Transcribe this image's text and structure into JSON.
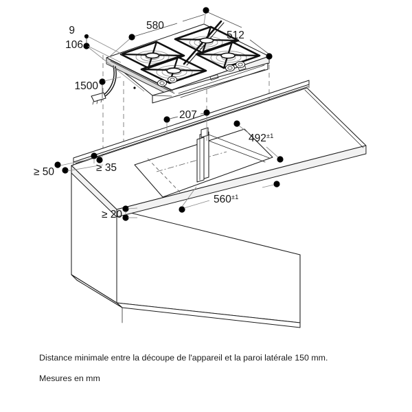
{
  "document": {
    "type": "installation-drawing",
    "subject": "Built-in gas cooktop installation dimensions",
    "background_color": "#ffffff",
    "line_color": "#1a1a1a"
  },
  "captions": {
    "minimum_distance": "Distance minimale entre la découpe de l'appareil et la paroi latérale 150 mm.",
    "units": "Mesures en mm"
  },
  "dimensions": {
    "appliance_width": {
      "value": "580",
      "unit": "mm",
      "description": "cooktop overall width"
    },
    "appliance_depth": {
      "value": "512",
      "unit": "mm",
      "description": "cooktop overall depth"
    },
    "frame_height": {
      "value": "9",
      "unit": "mm",
      "description": "cooktop frame lip height"
    },
    "appliance_total_height": {
      "value": "106",
      "unit": "mm",
      "description": "cooktop total body height"
    },
    "cable_length": {
      "value": "1500",
      "unit": "mm",
      "description": "power cord length"
    },
    "cutout_rear_offset": {
      "value": "207",
      "unit": "mm",
      "description": "distance from rear edge"
    },
    "cutout_depth": {
      "value": "492",
      "tolerance": "±1",
      "unit": "mm",
      "description": "worktop cutout depth"
    },
    "cutout_width": {
      "value": "560",
      "tolerance": "±1",
      "unit": "mm",
      "description": "worktop cutout width"
    },
    "min_side_clearance": {
      "value": "≥ 50",
      "unit": "mm",
      "description": "minimum distance to side wall"
    },
    "min_rear_clearance": {
      "value": "≥ 35",
      "unit": "mm",
      "description": "minimum rear clearance"
    },
    "min_front_clearance": {
      "value": "≥ 20",
      "unit": "mm",
      "description": "minimum front clearance"
    }
  },
  "labels": {
    "width_580": "580",
    "depth_512": "512",
    "height_9": "9",
    "height_106": "106",
    "cable_1500": "1500",
    "offset_207": "207",
    "cutout_depth_value": "492",
    "cutout_depth_tol": "±1",
    "cutout_width_value": "560",
    "cutout_width_tol": "±1",
    "min_50": "≥ 50",
    "min_35": "≥ 35",
    "min_20": "≥ 20"
  },
  "components": {
    "cooktop": {
      "name": "gas-cooktop",
      "burners": 4,
      "knobs": 4
    },
    "worktop": {
      "name": "kitchen-worktop"
    },
    "cabinet": {
      "name": "base-cabinet"
    },
    "plinth": {
      "name": "cabinet-plinth"
    },
    "cutout": {
      "name": "worktop-cutout"
    },
    "power_cord": {
      "name": "power-cord-with-plug"
    }
  }
}
